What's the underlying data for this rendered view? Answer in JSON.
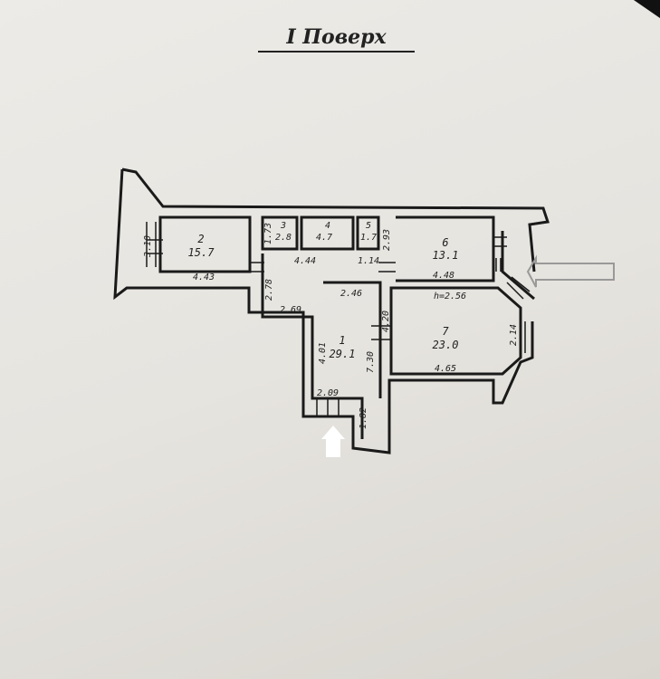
{
  "title": "I Поверх",
  "rooms": [
    {
      "number": "1",
      "area": "29.1"
    },
    {
      "number": "2",
      "area": "15.7"
    },
    {
      "number": "3",
      "area": "2.8"
    },
    {
      "number": "4",
      "area": "4.7"
    },
    {
      "number": "5",
      "area": "1.7"
    },
    {
      "number": "6",
      "area": "13.1"
    },
    {
      "number": "7",
      "area": "23.0"
    }
  ],
  "dimensions": {
    "r2_h": "3.10",
    "r2_w": "4.43",
    "r3_h": "1.73",
    "corr_w": "4.44",
    "corr_b": "1.14",
    "r6_h": "2.93",
    "r6_w": "4.48",
    "height": "h=2.56",
    "r7_h": "4.20",
    "r7_side": "2.14",
    "r7_w": "4.65",
    "r1_a": "2.78",
    "r1_b": "2.69",
    "r1_c": "2.46",
    "r1_d": "4.01",
    "r1_e": "7.30",
    "r1_f": "2.09",
    "r1_g": "1.82"
  }
}
